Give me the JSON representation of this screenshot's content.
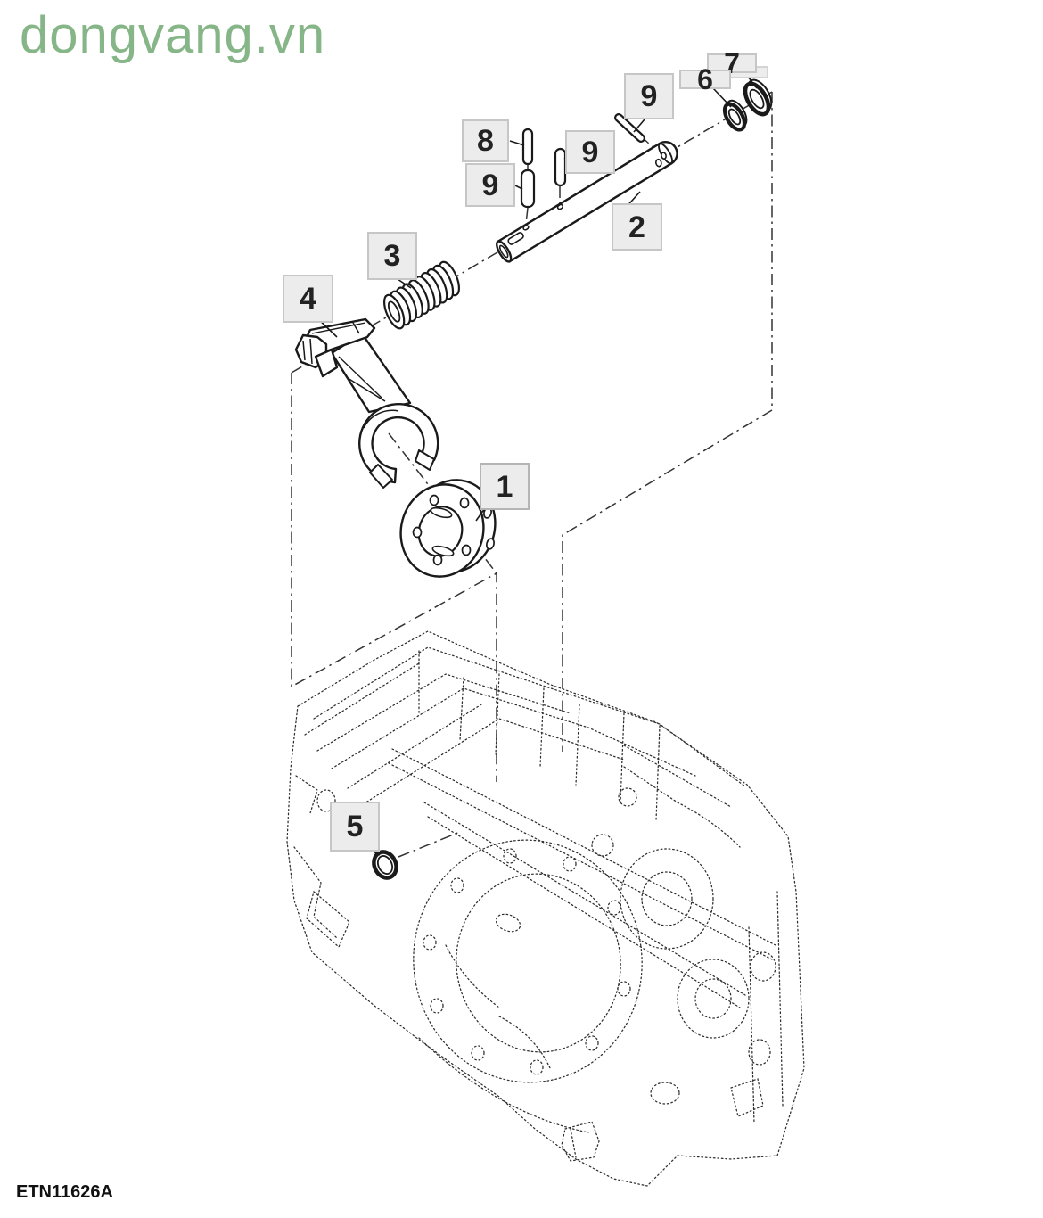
{
  "watermark": {
    "text": "dongvang.vn",
    "color": "#86b687"
  },
  "figure": {
    "code": "ETN11626A",
    "type": "exploded-parts-diagram",
    "callouts": {
      "c1": {
        "label": "1"
      },
      "c2": {
        "label": "2"
      },
      "c3": {
        "label": "3"
      },
      "c4": {
        "label": "4"
      },
      "c5": {
        "label": "5"
      },
      "c6": {
        "label": "6"
      },
      "c7": {
        "label": "7"
      },
      "c8": {
        "label": "8"
      },
      "c9a": {
        "label": "9"
      },
      "c9b": {
        "label": "9"
      },
      "c9c": {
        "label": "9"
      }
    },
    "colors": {
      "line": "#1a1a1a",
      "housing_line": "#2e2e2e",
      "callout_fill": "#ececec",
      "callout_border": "#c6c6c6",
      "watermark_green": "#86b687",
      "background": "#ffffff"
    }
  }
}
